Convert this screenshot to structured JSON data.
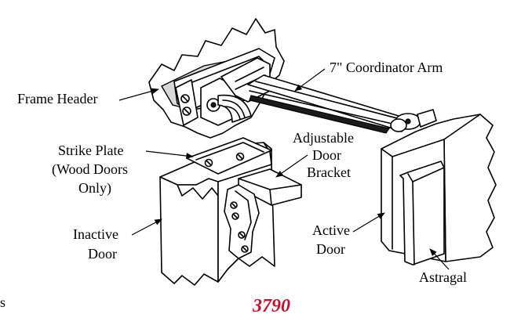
{
  "labels": {
    "frame_header": "Frame Header",
    "coordinator_arm": "7\" Coordinator Arm",
    "adjustable_1": "Adjustable",
    "adjustable_2": "Door",
    "adjustable_3": "Bracket",
    "strike_1": "Strike Plate",
    "strike_2": "(Wood Doors",
    "strike_3": "Only)",
    "inactive_1": "Inactive",
    "inactive_2": "Door",
    "active_1": "Active",
    "active_2": "Door",
    "astragal": "Astragal",
    "model_number": "3790",
    "corner_fragment": "s"
  },
  "colors": {
    "model_number": "#c8102e",
    "line": "#000000",
    "background": "#ffffff"
  }
}
